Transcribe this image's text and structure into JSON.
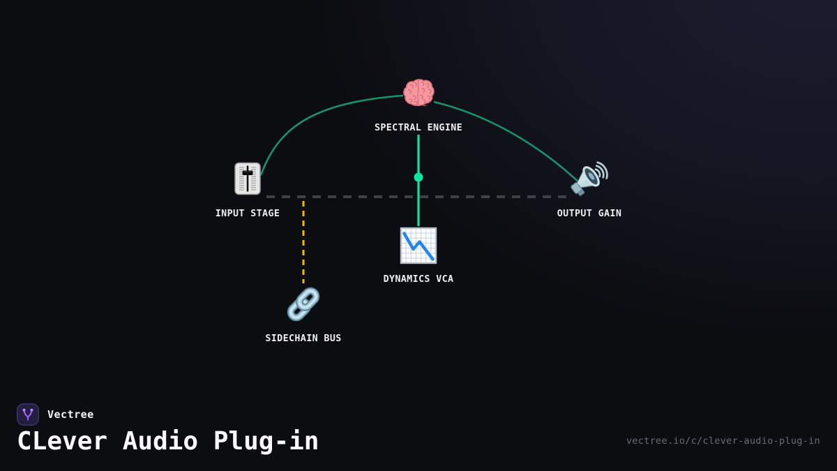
{
  "brand": {
    "name": "Vectree",
    "logo_icon": "vectree-logo",
    "logo_colors": {
      "background": "#221e3e",
      "border": "#3a3468",
      "glyph": "#a259f7"
    }
  },
  "title": "CLever Audio Plug-in",
  "footer_url": "vectree.io/c/clever-audio-plug-in",
  "diagram": {
    "nodes": {
      "input_stage": {
        "label": "INPUT STAGE",
        "icon": "level-slider-icon"
      },
      "spectral_engine": {
        "label": "SPECTRAL ENGINE",
        "icon": "brain-icon"
      },
      "output_gain": {
        "label": "OUTPUT GAIN",
        "icon": "loudspeaker-icon"
      },
      "dynamics_vca": {
        "label": "DYNAMICS VCA",
        "icon": "chart-decreasing-icon"
      },
      "sidechain_bus": {
        "label": "SIDECHAIN BUS",
        "icon": "chain-link-icon"
      }
    },
    "edges": [
      {
        "from": "input_stage",
        "to": "spectral_engine",
        "style": "solid-curve",
        "color": "#189468"
      },
      {
        "from": "spectral_engine",
        "to": "output_gain",
        "style": "solid-curve",
        "color": "#189468"
      },
      {
        "from": "spectral_engine",
        "to": "dynamics_vca",
        "style": "solid-straight",
        "color": "#10e2a4",
        "junction_dot": true
      },
      {
        "from": "input_stage",
        "to": "output_gain",
        "style": "dashed",
        "color": "#3e4247"
      },
      {
        "from": "input_stage",
        "to": "sidechain_bus",
        "style": "dashed",
        "color": "#f2b705"
      }
    ],
    "colors": {
      "background": "#0c0d11",
      "background_glow": "#1b1d30",
      "label_text": "#f0f0f2",
      "solid_curve": "#189468",
      "bright_line": "#10e2a4",
      "sidechain_dash": "#f2b705",
      "bypass_dash": "#3e4247"
    }
  }
}
